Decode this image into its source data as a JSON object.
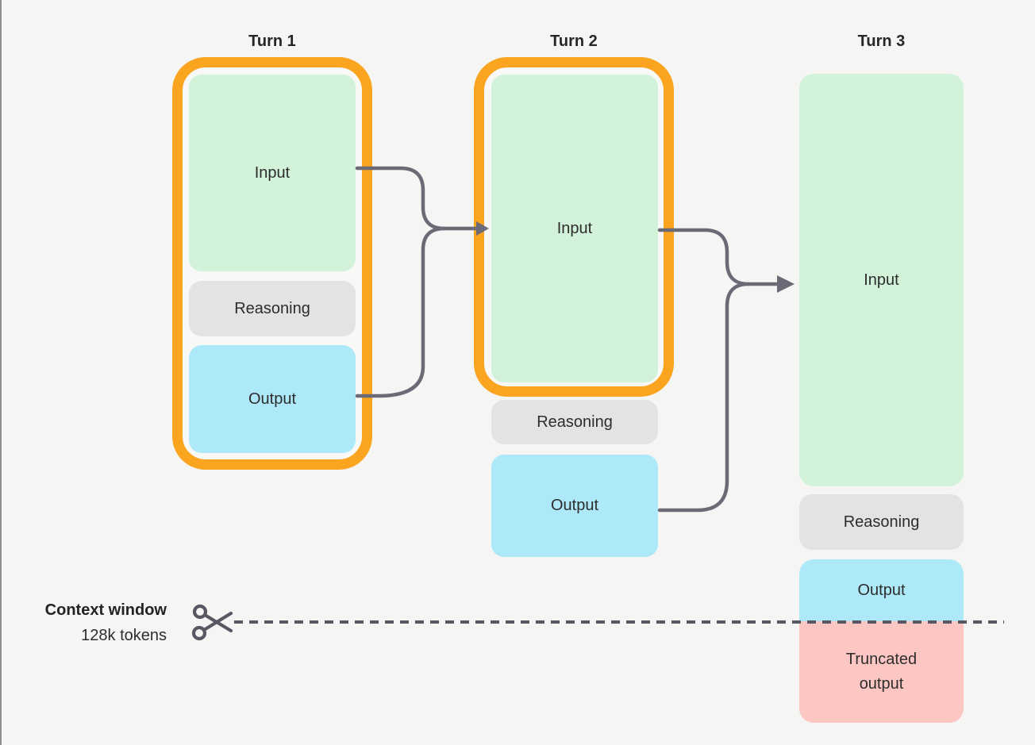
{
  "turns": [
    {
      "title": "Turn 1",
      "highlighted": true,
      "boxes": [
        {
          "label": "Input",
          "kind": "input"
        },
        {
          "label": "Reasoning",
          "kind": "reasoning"
        },
        {
          "label": "Output",
          "kind": "output"
        }
      ]
    },
    {
      "title": "Turn 2",
      "highlighted": true,
      "boxes": [
        {
          "label": "Input",
          "kind": "input"
        },
        {
          "label": "Reasoning",
          "kind": "reasoning"
        },
        {
          "label": "Output",
          "kind": "output"
        }
      ]
    },
    {
      "title": "Turn 3",
      "highlighted": false,
      "boxes": [
        {
          "label": "Input",
          "kind": "input"
        },
        {
          "label": "Reasoning",
          "kind": "reasoning"
        },
        {
          "label": "Output",
          "kind": "output"
        },
        {
          "label": "Truncated output",
          "kind": "truncated-output"
        }
      ]
    }
  ],
  "context_window": {
    "label": "Context window",
    "tokens": "128k tokens"
  },
  "icons": {
    "scissors": "✂"
  },
  "colors": {
    "background": "#f5f5f4",
    "input": "#d2f2da",
    "reasoning": "#e3e3e1",
    "output": "#aee9f9",
    "truncated": "#fcc6c2",
    "highlight": "#faa41f",
    "connector": "#6b6b77",
    "dash": "#585864"
  }
}
